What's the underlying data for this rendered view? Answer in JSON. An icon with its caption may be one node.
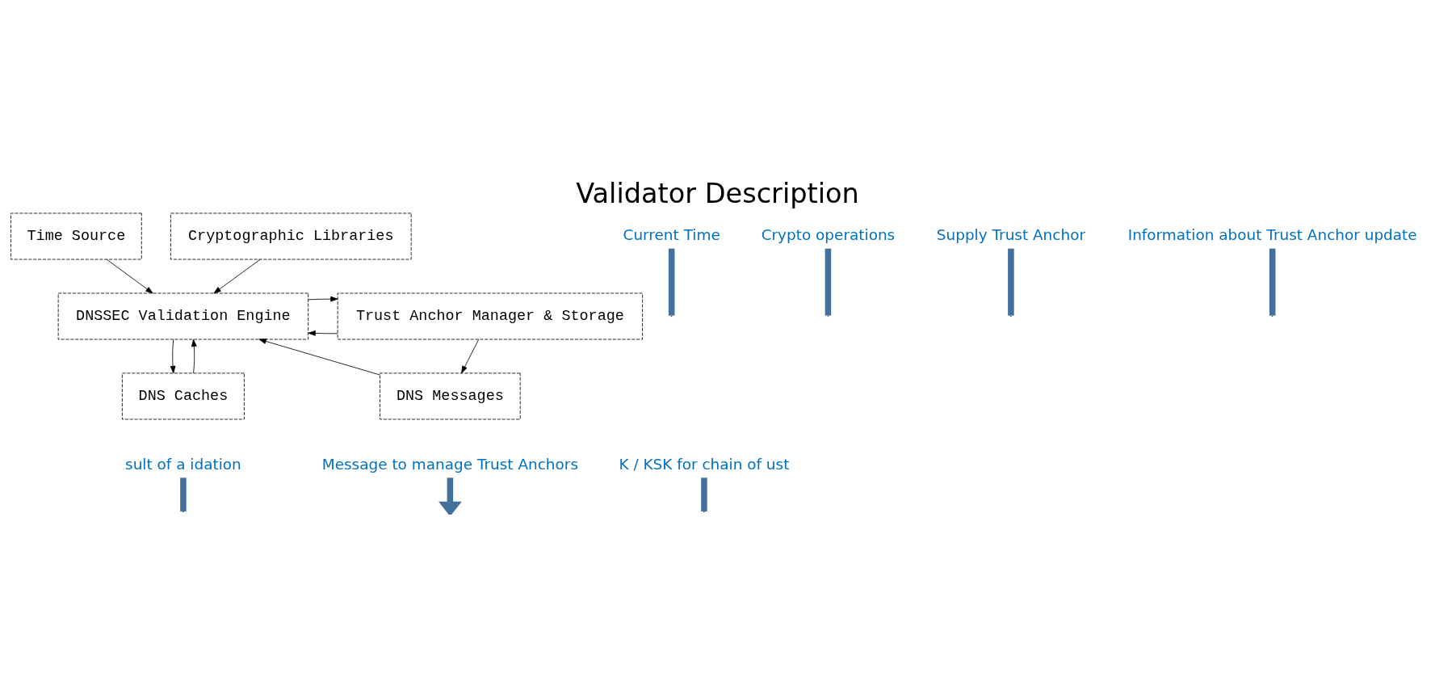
{
  "diagram": {
    "title": "Validator Description",
    "nodes": [
      {
        "text": [
          "Time Source"
        ]
      },
      {
        "text": [
          "Cryptographic Libraries"
        ]
      },
      {
        "text": [
          "DNSSEC Validation Engine"
        ]
      },
      {
        "text": [
          "Trust Anchor Manager & Storage"
        ]
      },
      {
        "text": [
          "DNS Caches"
        ]
      },
      {
        "text": [
          "DNS Messages"
        ]
      },
      {
        "text": [
          "Current Time"
        ]
      },
      {
        "text": [
          "Crypto operations"
        ]
      },
      {
        "text": [
          "Supply Trust Anchor"
        ]
      },
      {
        "text": [
          "Information about Trust Anchor update"
        ]
      },
      {
        "text": [
          "sult of a idation"
        ]
      },
      {
        "text": [
          "K / KSK for chain of ust"
        ]
      },
      {
        "text": [
          "Message to manage Trust Anchors"
        ]
      }
    ],
    "edges": [
      {
        "from": 0,
        "to": 2,
        "arrow": "to"
      },
      {
        "from": 1,
        "to": 2,
        "arrow": "to"
      },
      {
        "from": 3,
        "to": 2,
        "arrow": "to"
      },
      {
        "from": 2,
        "to": 3,
        "arrow": "to"
      },
      {
        "from": 4,
        "to": 2,
        "arrow": "to"
      },
      {
        "from": 2,
        "to": 4,
        "arrow": "to"
      },
      {
        "from": 5,
        "to": 2,
        "arrow": "to"
      },
      {
        "from": 3,
        "to": 5,
        "arrow": "to"
      },
      {
        "from": 6,
        "to": null,
        "arrow": "none",
        "style": "thick",
        "color": "#44709c"
      },
      {
        "from": 7,
        "to": null,
        "arrow": "none",
        "style": "thick",
        "color": "#44709c"
      },
      {
        "from": 8,
        "to": null,
        "arrow": "none",
        "style": "thick",
        "color": "#44709c"
      },
      {
        "from": 9,
        "to": null,
        "arrow": "none",
        "style": "thick",
        "color": "#44709c"
      },
      {
        "from": 10,
        "to": null,
        "arrow": "none",
        "style": "thick",
        "color": "#44709c"
      },
      {
        "from": 11,
        "to": null,
        "arrow": "none",
        "style": "thick",
        "color": "#44709c"
      },
      {
        "from": 12,
        "to": null,
        "arrow": "to",
        "style": "thick",
        "color": "#44709c"
      }
    ]
  }
}
